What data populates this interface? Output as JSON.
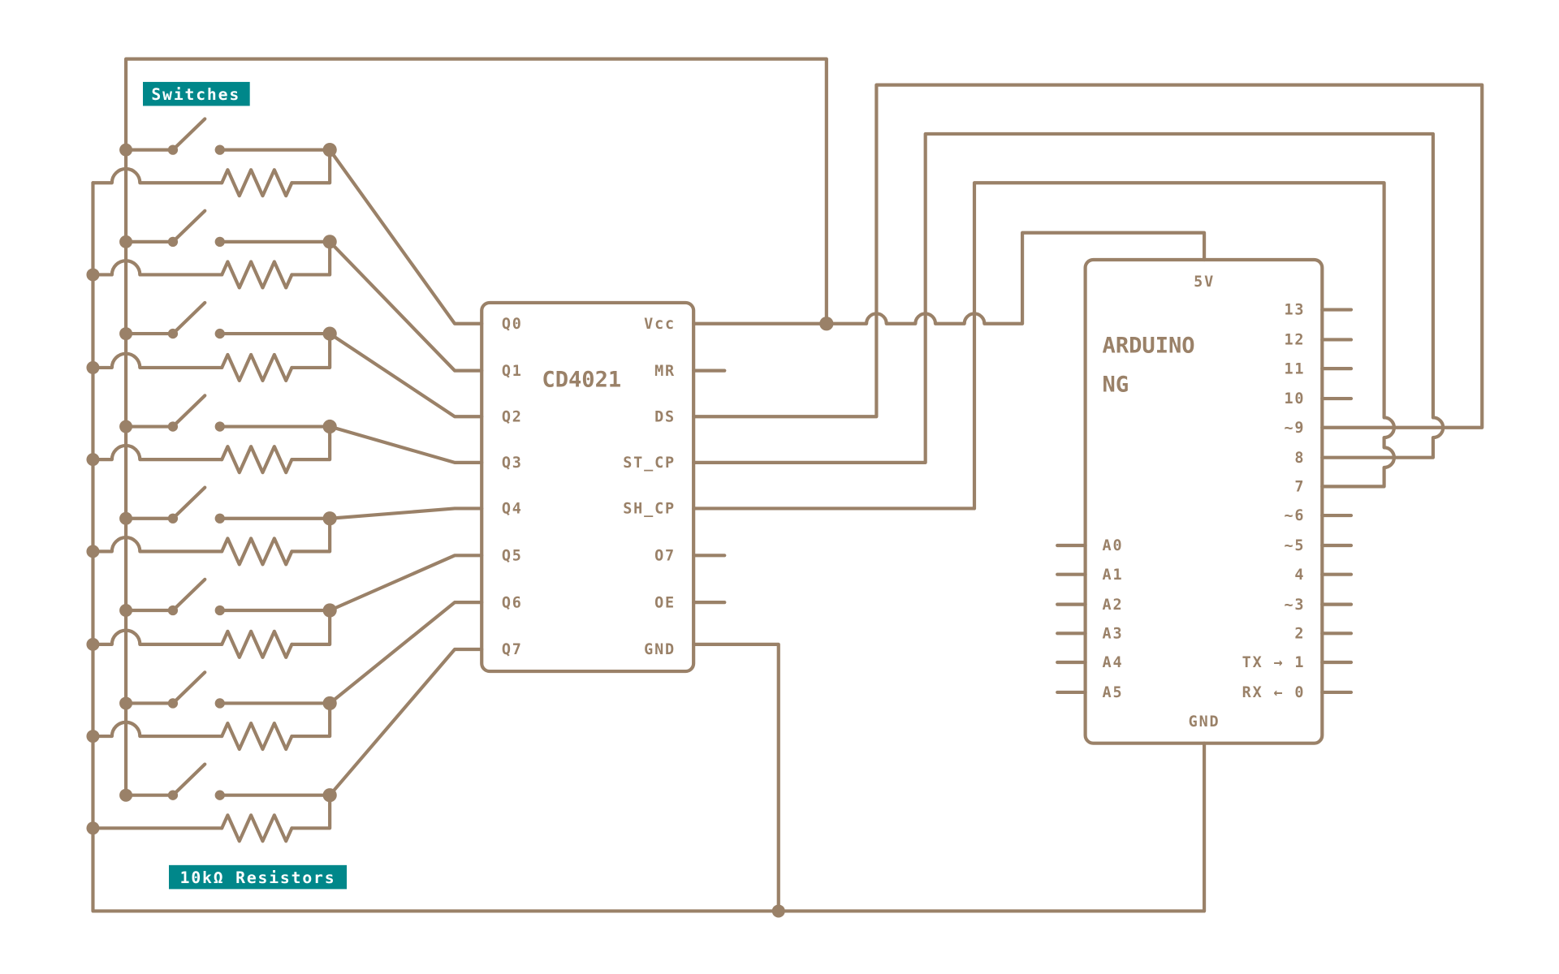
{
  "colors": {
    "wire": "#9a8168",
    "tag_bg": "#00878a",
    "tag_text": "#ffffff",
    "background": "#ffffff"
  },
  "labels": {
    "switches": "Switches",
    "resistors": "10kΩ Resistors"
  },
  "chip": {
    "name": "CD4021",
    "left_pins": [
      "Q0",
      "Q1",
      "Q2",
      "Q3",
      "Q4",
      "Q5",
      "Q6",
      "Q7"
    ],
    "right_pins": [
      "Vcc",
      "MR",
      "DS",
      "ST_CP",
      "SH_CP",
      "O7",
      "OE",
      "GND"
    ]
  },
  "arduino": {
    "name_line1": "ARDUINO",
    "name_line2": "NG",
    "top_pin": "5V",
    "bottom_pin": "GND",
    "digital_pins": [
      "13",
      "12",
      "11",
      "10",
      "~9",
      "8",
      "7",
      "~6",
      "~5",
      "4",
      "~3",
      "2",
      "TX → 1",
      "RX ← 0"
    ],
    "analog_pins": [
      "A0",
      "A1",
      "A2",
      "A3",
      "A4",
      "A5"
    ]
  }
}
